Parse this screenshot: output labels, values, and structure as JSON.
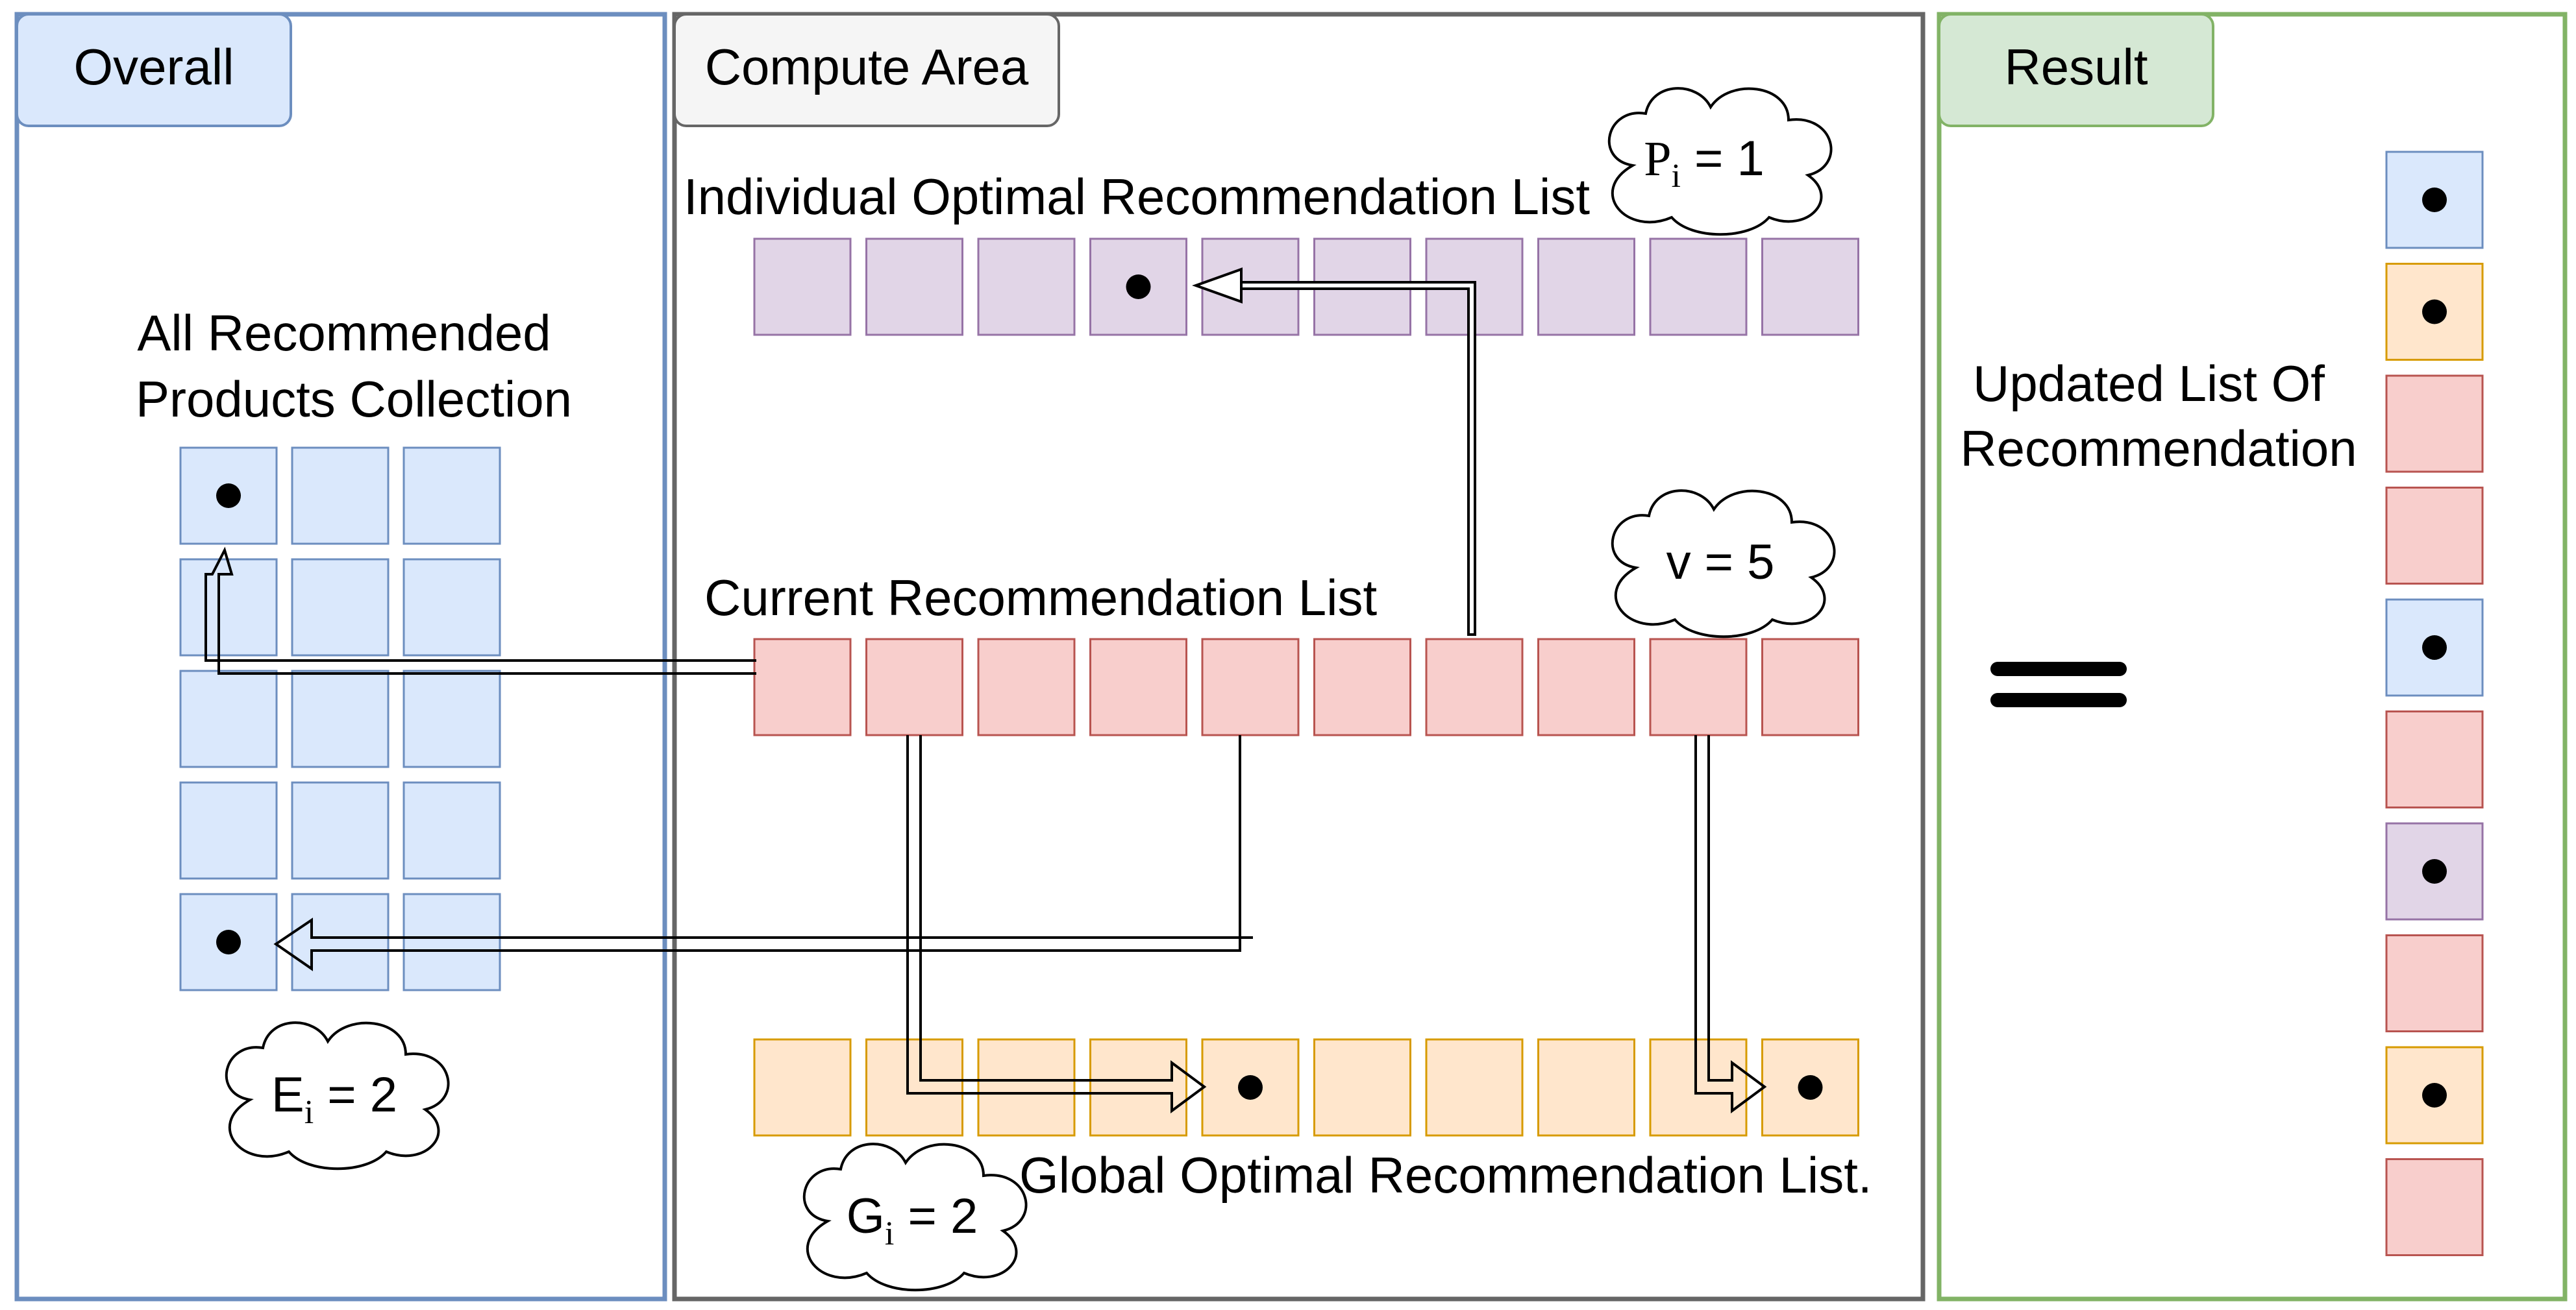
{
  "panels": {
    "overall": {
      "tab": "Overall"
    },
    "compute": {
      "tab": "Compute Area"
    },
    "result": {
      "tab": "Result"
    }
  },
  "overall_panel": {
    "title_line1": "All Recommended",
    "title_line2": "Products Collection",
    "grid_rows": 5,
    "grid_cols": 3,
    "marked_cells": [
      "0-0",
      "4-0"
    ],
    "cloud": {
      "symbol": "E",
      "subscript": "i",
      "value": " = 2"
    }
  },
  "compute_panel": {
    "individual": {
      "label": "Individual Optimal Recommendation List",
      "count": 10,
      "marked_index": 3,
      "cloud": {
        "symbol": "P",
        "subscript": "i",
        "value": " = 1"
      }
    },
    "current": {
      "label": "Current Recommendation List",
      "count": 10,
      "cloud": {
        "text": "v = 5"
      }
    },
    "global": {
      "label": "Global Optimal Recommendation List.",
      "count": 10,
      "marked_indices": [
        4,
        9
      ],
      "cloud": {
        "symbol": "G",
        "subscript": "i",
        "value": " = 2"
      }
    }
  },
  "result_panel": {
    "label_line1": "Updated List Of",
    "label_line2": "Recommendation",
    "equals_sign": "=",
    "items": [
      {
        "kind": "overall",
        "marked": true
      },
      {
        "kind": "global",
        "marked": true
      },
      {
        "kind": "current",
        "marked": false
      },
      {
        "kind": "current",
        "marked": false
      },
      {
        "kind": "overall",
        "marked": true
      },
      {
        "kind": "current",
        "marked": false
      },
      {
        "kind": "individual",
        "marked": true
      },
      {
        "kind": "current",
        "marked": false
      },
      {
        "kind": "global",
        "marked": true
      },
      {
        "kind": "current",
        "marked": false
      }
    ]
  },
  "colors": {
    "overall_border": "#6c8ebf",
    "overall_fill": "#dae8fc",
    "compute_border": "#666666",
    "compute_tab_fill": "#f5f5f5",
    "result_border": "#82b366",
    "result_fill": "#d5e8d4",
    "current_fill": "#f8cecc",
    "current_border": "#b85450",
    "individual_fill": "#e1d5e7",
    "individual_border": "#9673a6",
    "global_fill": "#ffe6cc",
    "global_border": "#d79b00"
  }
}
